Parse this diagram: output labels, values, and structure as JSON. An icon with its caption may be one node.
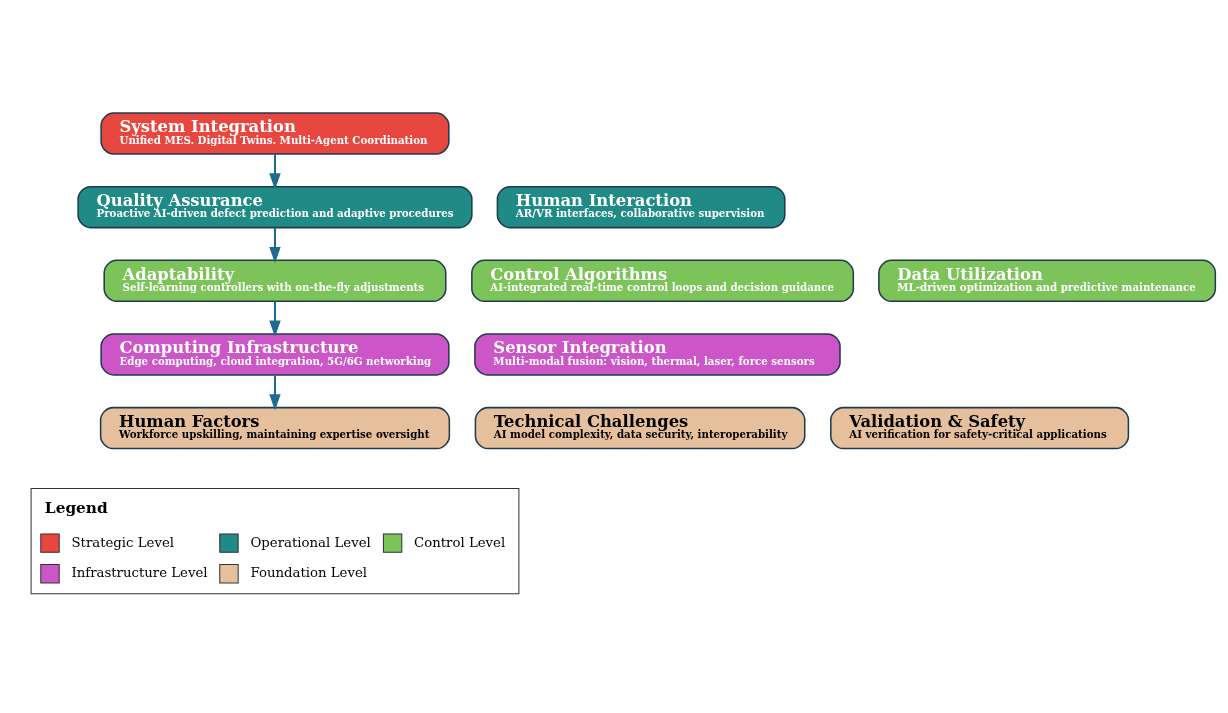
{
  "diagram": {
    "nodes": [
      {
        "text": [
          "System Integration",
          "Unified MES. Digital Twins. Multi-Agent Coordination"
        ]
      },
      {
        "text": [
          "Quality Assurance",
          "Proactive AI-driven defect prediction and adaptive procedures"
        ]
      },
      {
        "text": [
          "Human Interaction",
          "AR/VR interfaces, collaborative supervision"
        ]
      },
      {
        "text": [
          "Control Algorithms",
          "AI-integrated real-time control loops and decision guidance"
        ]
      },
      {
        "text": [
          "Adaptability",
          "Self-learning controllers with on-the-fly adjustments"
        ]
      },
      {
        "text": [
          "Data Utilization",
          "ML-driven optimization and predictive maintenance"
        ]
      },
      {
        "text": [
          "Computing Infrastructure",
          "Edge computing, cloud integration, 5G/6G networking"
        ]
      },
      {
        "text": [
          "Sensor Integration",
          "Multi-modal fusion: vision, thermal, laser, force sensors"
        ]
      },
      {
        "text": [
          "Technical Challenges",
          "AI model complexity, data security, interoperability"
        ]
      },
      {
        "text": [
          "Human Factors",
          "Workforce upskilling, maintaining expertise oversight"
        ]
      },
      {
        "text": [
          "Validation & Safety",
          "AI verification for safety-critical applications"
        ]
      }
    ],
    "edges": [
      {
        "from": 0,
        "to": 1,
        "arrow": "to"
      },
      {
        "from": 1,
        "to": 4,
        "arrow": "to"
      },
      {
        "from": 4,
        "to": 6,
        "arrow": "to"
      },
      {
        "from": 6,
        "to": 9,
        "arrow": "to"
      }
    ],
    "labels": [
      "Legend"
    ],
    "legend": [
      {
        "text": "Strategic Level",
        "color": "#e8473f"
      },
      {
        "text": "Operational Level",
        "color": "#1f8a86"
      },
      {
        "text": "Control Level",
        "color": "#7cc35a"
      },
      {
        "text": "Infrastructure Level",
        "color": "#cc55c8"
      },
      {
        "text": "Foundation Level",
        "color": "#e6c09c"
      }
    ]
  }
}
